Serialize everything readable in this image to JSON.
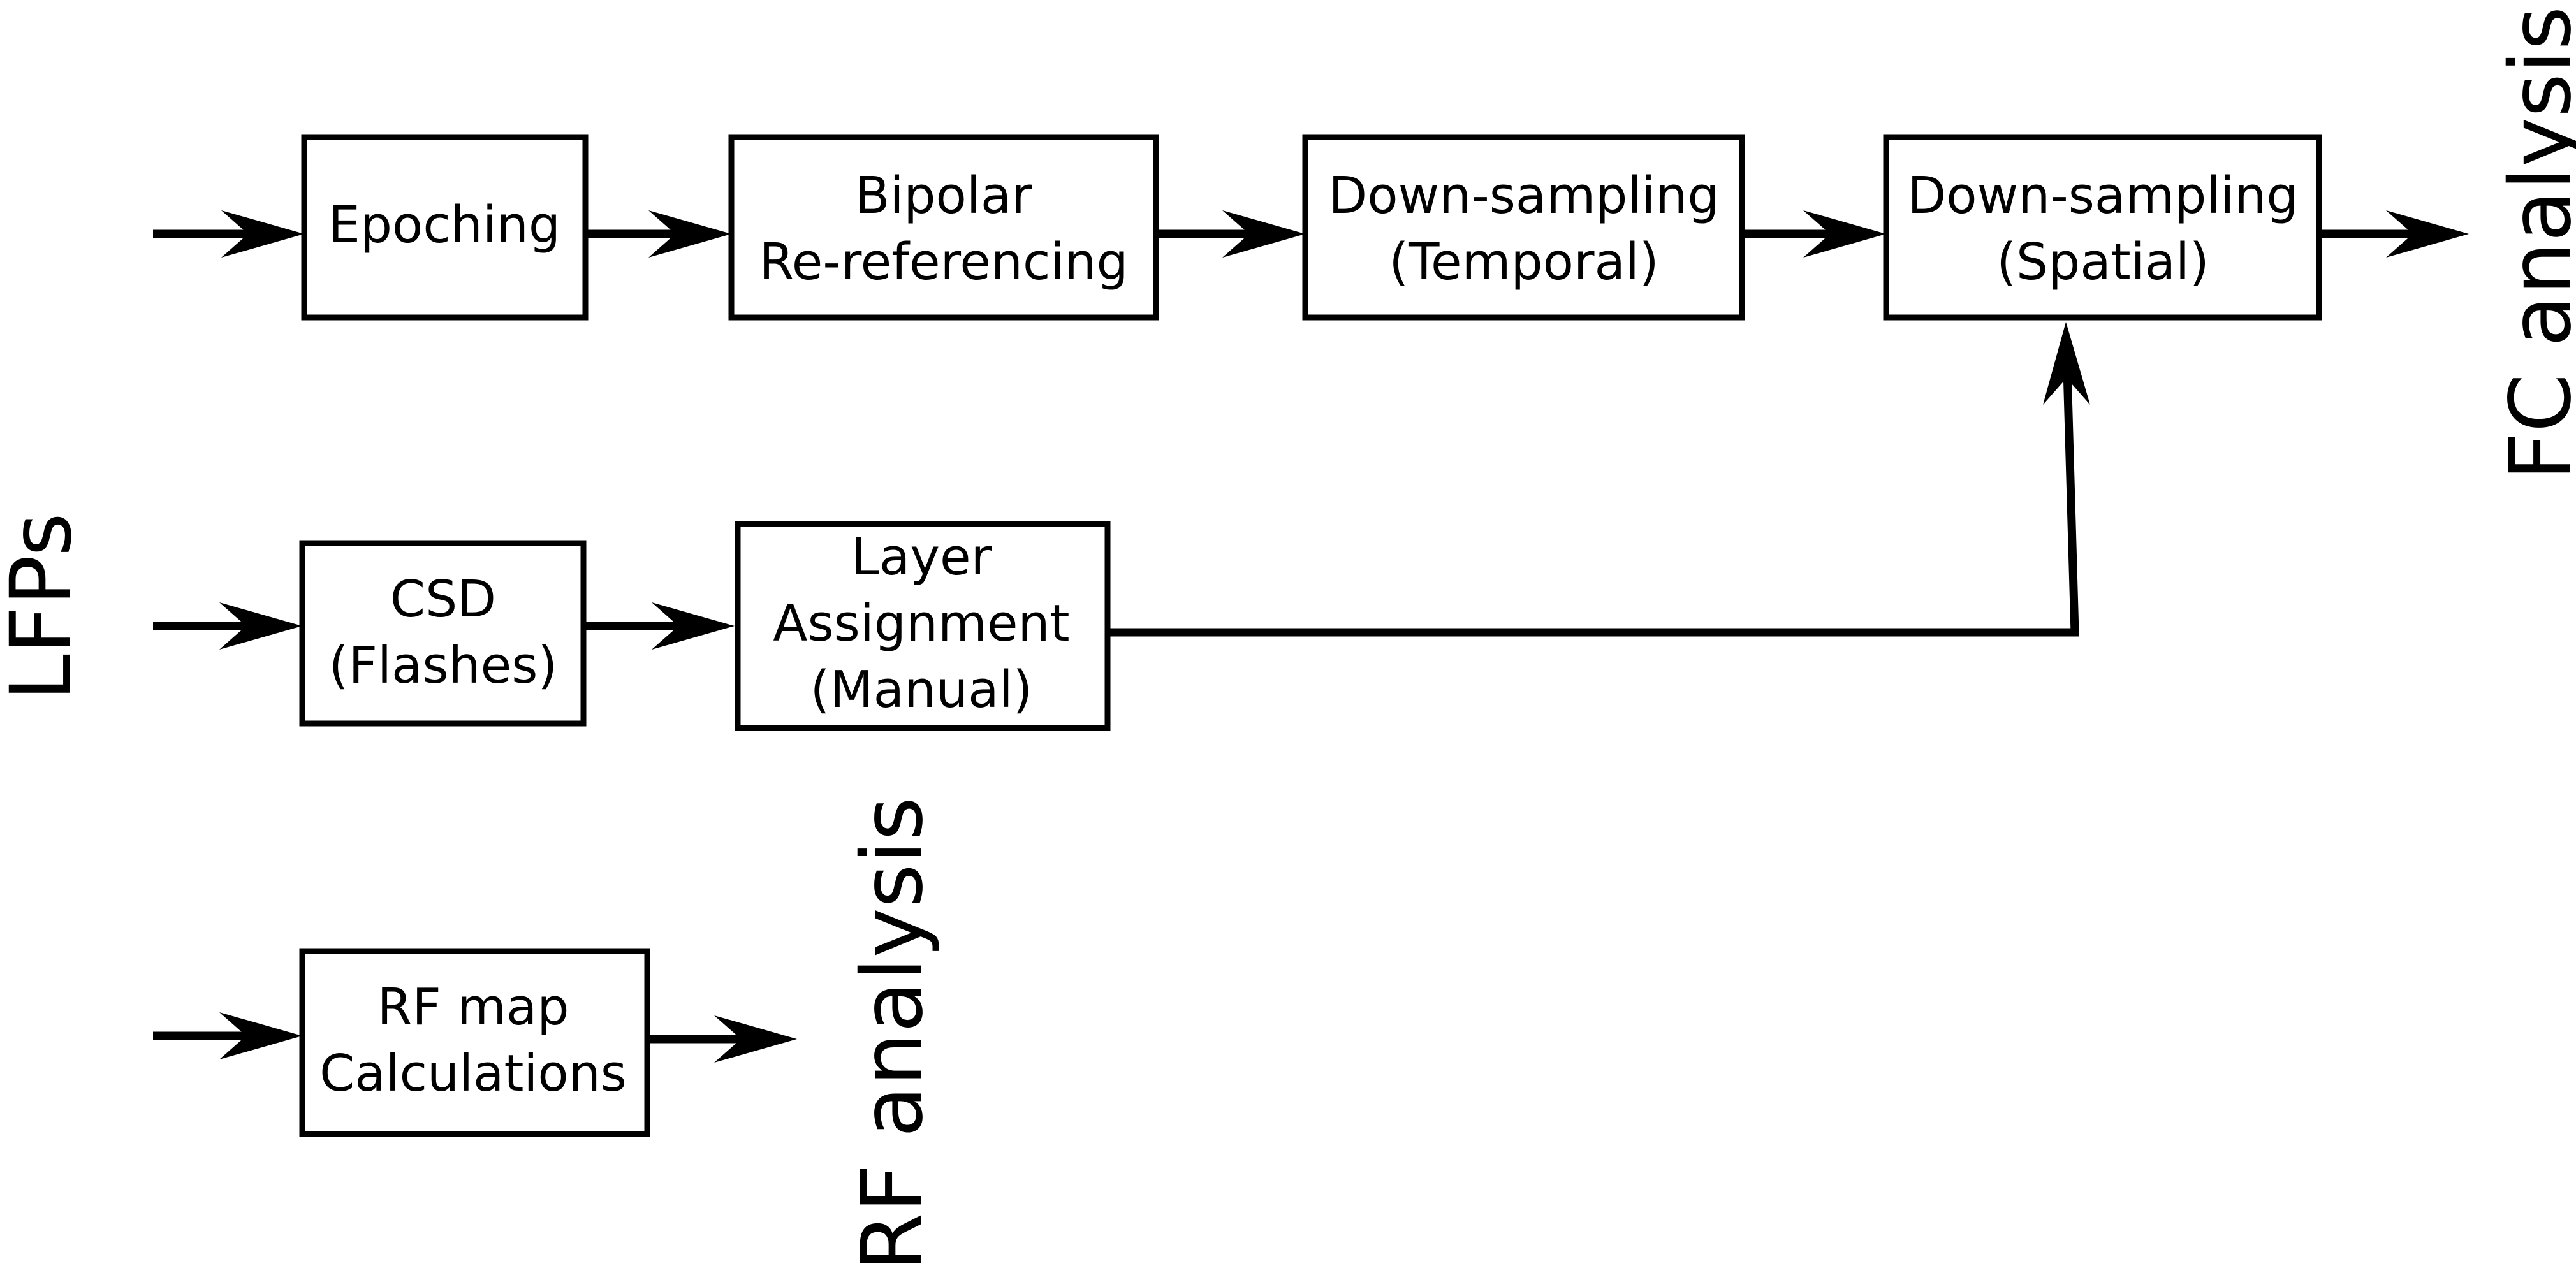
{
  "labels": {
    "lfps": "LFPs",
    "fc_analysis": "FC analysis",
    "rf_analysis": "RF analysis"
  },
  "boxes": {
    "epoching": {
      "lines": [
        "Epoching"
      ]
    },
    "bipolar": {
      "lines": [
        "Bipolar",
        "Re-referencing"
      ]
    },
    "downsampling_temporal": {
      "lines": [
        "Down-sampling",
        "(Temporal)"
      ]
    },
    "downsampling_spatial": {
      "lines": [
        "Down-sampling",
        "(Spatial)"
      ]
    },
    "csd": {
      "lines": [
        "CSD",
        "(Flashes)"
      ]
    },
    "layer_assignment": {
      "lines": [
        "Layer",
        "Assignment",
        "(Manual)"
      ]
    },
    "rf_map": {
      "lines": [
        "RF map",
        "Calculations"
      ]
    }
  },
  "colors": {
    "stroke": "#000000",
    "background": "#ffffff"
  }
}
